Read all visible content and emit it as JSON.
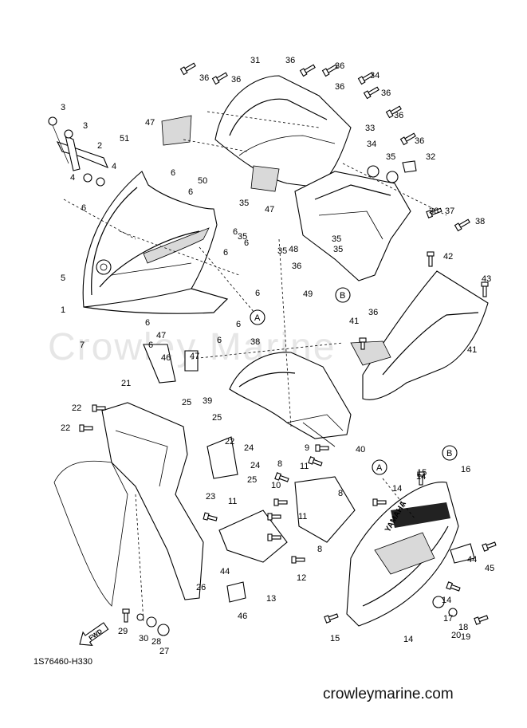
{
  "figure_code": "1S76460-H330",
  "watermark": "Crowley Marine",
  "website": "crowleymarine.com",
  "circle_refs": [
    "A",
    "B",
    "A",
    "B"
  ],
  "callouts": [
    "1",
    "2",
    "3",
    "3",
    "4",
    "4",
    "5",
    "6",
    "6",
    "6",
    "6",
    "6",
    "6",
    "6",
    "6",
    "6",
    "6",
    "6",
    "7",
    "8",
    "8",
    "8",
    "9",
    "10",
    "11",
    "11",
    "11",
    "12",
    "13",
    "14",
    "14",
    "14",
    "14",
    "15",
    "15",
    "16",
    "17",
    "18",
    "19",
    "20",
    "21",
    "22",
    "22",
    "22",
    "23",
    "24",
    "24",
    "25",
    "25",
    "25",
    "26",
    "27",
    "28",
    "29",
    "30",
    "31",
    "32",
    "33",
    "34",
    "34",
    "35",
    "35",
    "35",
    "35",
    "35",
    "35",
    "36",
    "36",
    "36",
    "36",
    "36",
    "36",
    "36",
    "36",
    "36",
    "36",
    "36",
    "37",
    "38",
    "38",
    "39",
    "40",
    "41",
    "41",
    "42",
    "43",
    "44",
    "44",
    "45",
    "46",
    "46",
    "47",
    "47",
    "47",
    "47",
    "48",
    "49",
    "50",
    "51"
  ],
  "fwd_label": "FWD",
  "brand_label": "YAMAHA"
}
